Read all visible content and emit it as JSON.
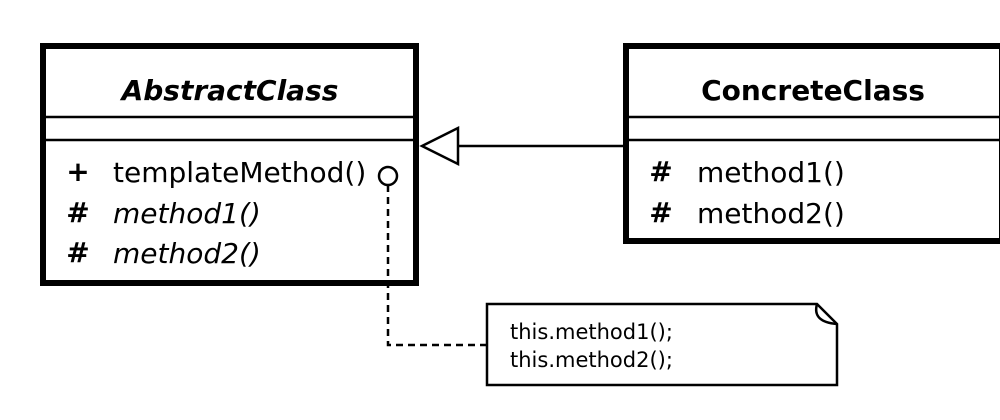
{
  "abstract_class": {
    "name": "AbstractClass",
    "operations": [
      {
        "visibility": "+",
        "name": "templateMethod()",
        "italic": false
      },
      {
        "visibility": "#",
        "name": "method1()",
        "italic": true
      },
      {
        "visibility": "#",
        "name": "method2()",
        "italic": true
      }
    ]
  },
  "concrete_class": {
    "name": "ConcreteClass",
    "operations": [
      {
        "visibility": "#",
        "name": "method1()",
        "italic": false
      },
      {
        "visibility": "#",
        "name": "method2()",
        "italic": false
      }
    ]
  },
  "note": {
    "lines": [
      "this.method1();",
      "this.method2();"
    ]
  }
}
